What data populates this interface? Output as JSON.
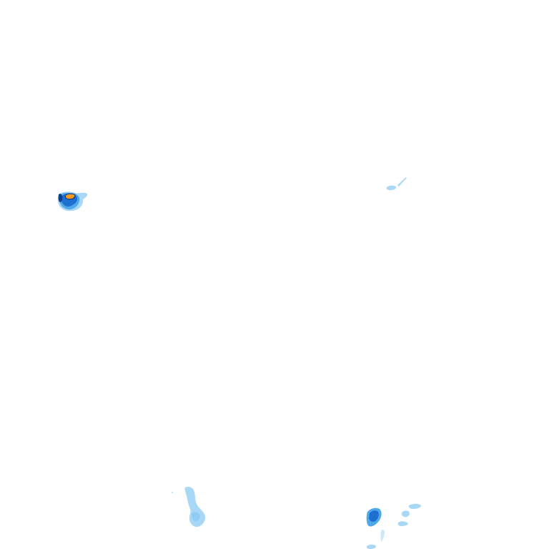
{
  "map": {
    "kind": "precipitation-radar-tile",
    "background_color": "#ffffff",
    "intensity_colors": {
      "very_light": "#a9d8f7",
      "light": "#4fa8ea",
      "moderate": "#1f6fd0",
      "heavy": "#f29a1f",
      "edge": "#0d3f8f"
    },
    "cells": [
      {
        "id": "west-cell",
        "peak_intensity": "heavy"
      },
      {
        "id": "northeast-streak",
        "peak_intensity": "very_light"
      },
      {
        "id": "south-central-band",
        "peak_intensity": "very_light"
      },
      {
        "id": "southeast-cluster",
        "peak_intensity": "moderate"
      }
    ]
  }
}
